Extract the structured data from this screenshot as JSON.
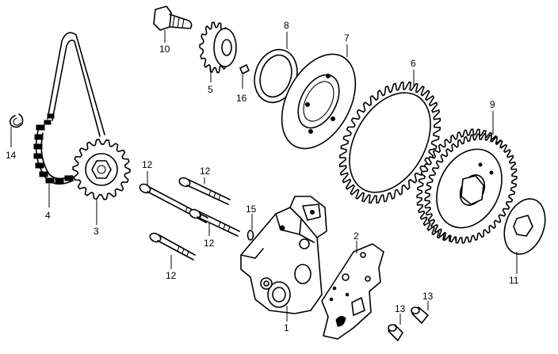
{
  "diagram": {
    "parts": [
      {
        "id": "part-1",
        "number": "1"
      },
      {
        "id": "part-2",
        "number": "2"
      },
      {
        "id": "part-3",
        "number": "3"
      },
      {
        "id": "part-4",
        "number": "4"
      },
      {
        "id": "part-5",
        "number": "5"
      },
      {
        "id": "part-6",
        "number": "6"
      },
      {
        "id": "part-7",
        "number": "7"
      },
      {
        "id": "part-8",
        "number": "8"
      },
      {
        "id": "part-9",
        "number": "9"
      },
      {
        "id": "part-10",
        "number": "10"
      },
      {
        "id": "part-11",
        "number": "11"
      },
      {
        "id": "part-12a",
        "number": "12"
      },
      {
        "id": "part-12b",
        "number": "12"
      },
      {
        "id": "part-12c",
        "number": "12"
      },
      {
        "id": "part-12d",
        "number": "12"
      },
      {
        "id": "part-13a",
        "number": "13"
      },
      {
        "id": "part-13b",
        "number": "13"
      },
      {
        "id": "part-14",
        "number": "14"
      },
      {
        "id": "part-15",
        "number": "15"
      },
      {
        "id": "part-16",
        "number": "16"
      }
    ]
  }
}
